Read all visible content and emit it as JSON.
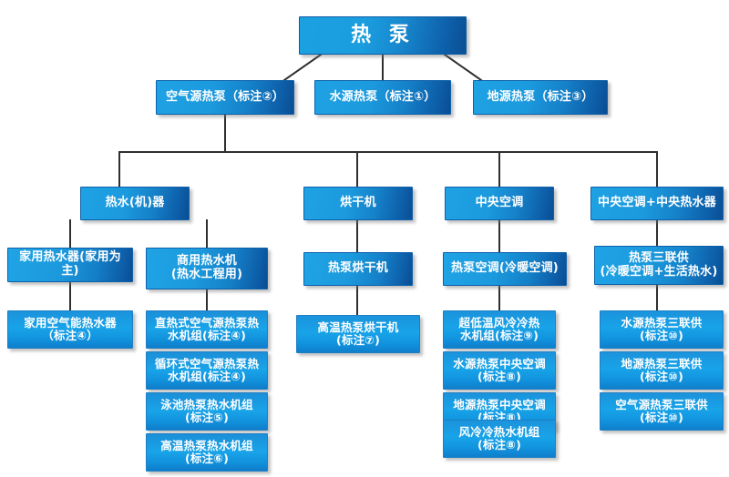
{
  "diagram": {
    "title": "热泵",
    "type": "tree",
    "colors": {
      "node_bright_blue": "#1ea2e4",
      "node_dark_navy": "#0a4d93",
      "leaf_blue": "#18a3e8",
      "connector": "#2f2f2f",
      "text": "#ffffff",
      "background": "#ffffff"
    },
    "nodes": {
      "root": {
        "label": "热  泵"
      },
      "level2": [
        {
          "label": "空气源热泵（标注②）"
        },
        {
          "label": "水源热泵（标注①）"
        },
        {
          "label": "地源热泵（标注③）"
        }
      ],
      "level3": [
        {
          "label": "热水(机)器"
        },
        {
          "label": "烘干机"
        },
        {
          "label": "中央空调"
        },
        {
          "label": "中央空调+中央热水器"
        }
      ],
      "level4": [
        {
          "label": "家用热水器(家用为主)"
        },
        {
          "label": "商用热水机\n(热水工程用)"
        },
        {
          "label": "热泵烘干机"
        },
        {
          "label": "热泵空调(冷暖空调)"
        },
        {
          "label": "热泵三联供\n(冷暖空调+生活热水)"
        }
      ],
      "leaves": {
        "home_water_heater": [
          {
            "label": "家用空气能热水器\n（标注④）"
          }
        ],
        "commercial_water_heater": [
          {
            "label": "直热式空气源热泵热\n水机组(标注④)"
          },
          {
            "label": "循环式空气源热泵热\n水机组(标注④)"
          },
          {
            "label": "泳池热泵热水机组\n(标注⑤)"
          },
          {
            "label": "高温热泵热水机组\n(标注⑥)"
          }
        ],
        "dryer": [
          {
            "label": "高温热泵烘干机\n(标注⑦)"
          }
        ],
        "central_ac": [
          {
            "label": "超低温风冷冷热\n水机组(标注⑨)"
          },
          {
            "label": "水源热泵中央空调\n(标注⑧)"
          },
          {
            "label": "地源热泵中央空调\n(标注⑧)"
          },
          {
            "label": "风冷冷热水机组\n(标注⑧)"
          }
        ],
        "triple_supply": [
          {
            "label": "水源热泵三联供\n(标注⑩)"
          },
          {
            "label": "地源热泵三联供\n(标注⑩)"
          },
          {
            "label": "空气源热泵三联供\n(标注⑩)"
          }
        ]
      }
    }
  }
}
